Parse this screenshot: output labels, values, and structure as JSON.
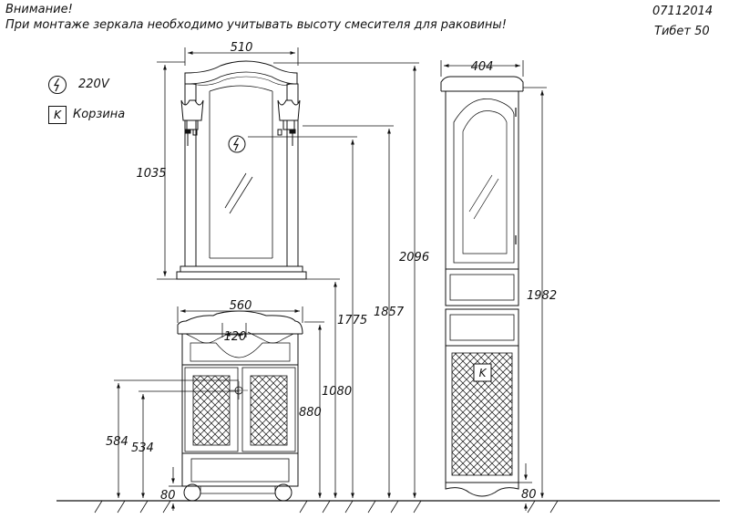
{
  "header": {
    "attention": "Внимание!",
    "warning": "При монтаже зеркала необходимо учитывать высоту смесителя для раковины!",
    "code": "07112014",
    "model": "Тибет  50"
  },
  "legend": {
    "power_symbol": "ϟ",
    "power_label": "220V",
    "basket_symbol": "K",
    "basket_label": "Корзина"
  },
  "dimensions": {
    "mirror_width": "510",
    "mirror_height": "1035",
    "mirror_outlet_height": "1775",
    "mirror_bottom_height": "1080",
    "mirror_top_height": "1857",
    "overall_height": "2096",
    "vanity_width": "560",
    "faucet_offset": "120",
    "vanity_height": "880",
    "pipe_height_1": "584",
    "pipe_height_2": "534",
    "vanity_leg_height": "80",
    "cabinet_width": "404",
    "cabinet_height": "1982",
    "cabinet_leg_height": "80"
  },
  "colors": {
    "line": "#111111",
    "mirror": "#ffffff"
  }
}
